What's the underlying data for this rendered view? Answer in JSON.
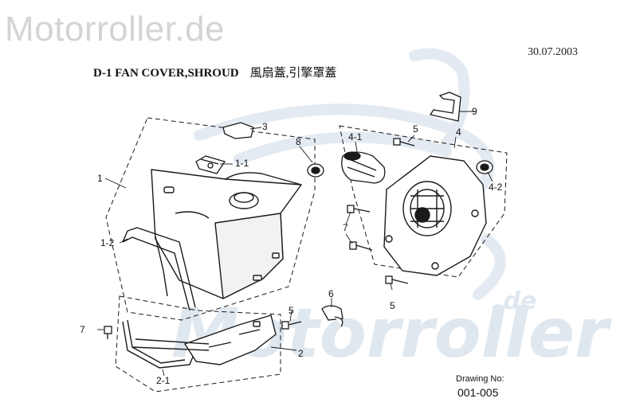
{
  "watermark": {
    "top_text": "Motorroller.de",
    "brand_text": "Motorroller",
    "brand_suffix": ".de"
  },
  "header": {
    "date": "30.07.2003",
    "title": "D-1  FAN COVER,SHROUD",
    "title_cn": "風扇蓋,引擎罩蓋"
  },
  "drawing": {
    "label": "Drawing No:",
    "number": "001-005"
  },
  "callouts": {
    "c1": "1",
    "c1_1": "1-1",
    "c1_2": "1-2",
    "c2": "2",
    "c2_1": "2-1",
    "c3": "3",
    "c4": "4",
    "c4_1": "4-1",
    "c4_2": "4-2",
    "c5_top": "5",
    "c5_mid": "5",
    "c5_right": "5",
    "c6": "6",
    "c7_left": "7",
    "c7_right": "7",
    "c8": "8",
    "c9": "9"
  },
  "colors": {
    "line": "#1a1a1a",
    "watermark": "#dfe7ef"
  }
}
